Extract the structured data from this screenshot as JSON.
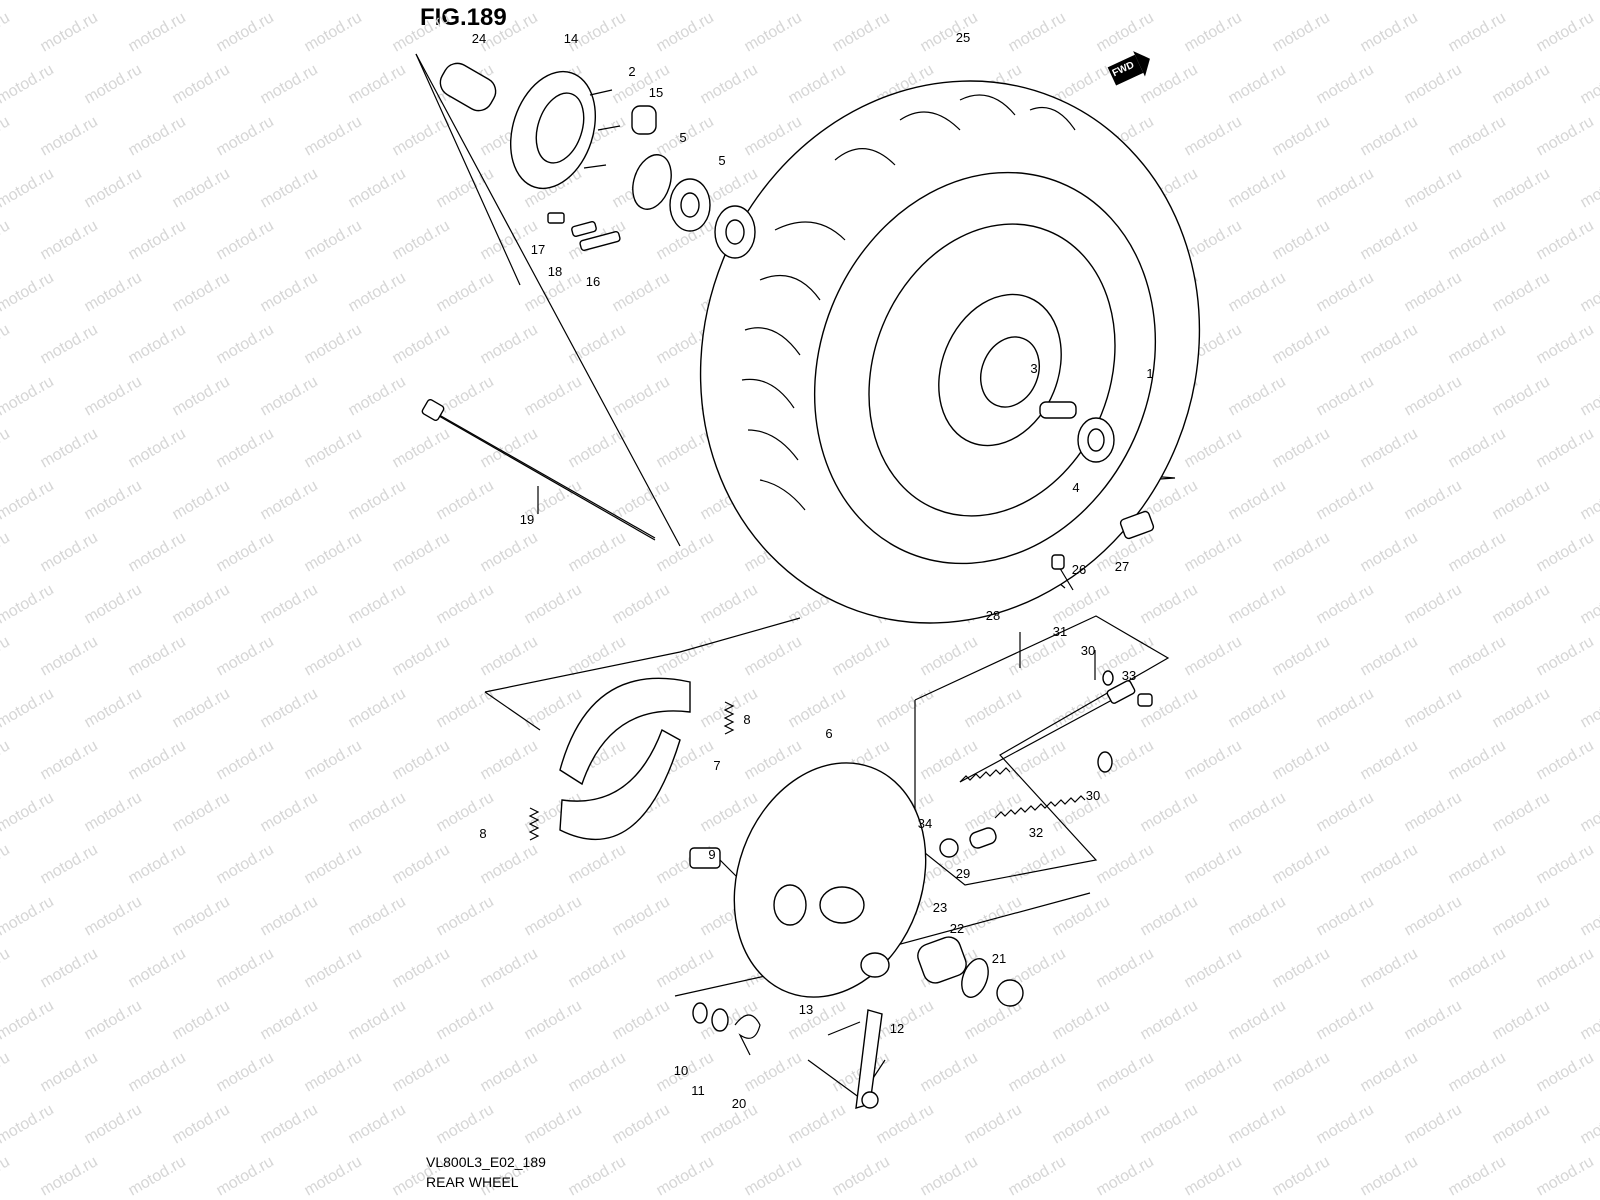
{
  "figure": {
    "title": "FIG.189",
    "code": "VL800L3_E02_189",
    "name": "REAR WHEEL",
    "fwd_label": "FWD",
    "watermark": "motod.ru"
  },
  "callouts": [
    "1",
    "2",
    "3",
    "4",
    "5",
    "5",
    "6",
    "7",
    "8",
    "8",
    "9",
    "10",
    "11",
    "12",
    "13",
    "14",
    "15",
    "16",
    "17",
    "18",
    "19",
    "20",
    "21",
    "22",
    "23",
    "24",
    "25",
    "26",
    "27",
    "28",
    "29",
    "30",
    "30",
    "31",
    "32",
    "33",
    "34"
  ]
}
